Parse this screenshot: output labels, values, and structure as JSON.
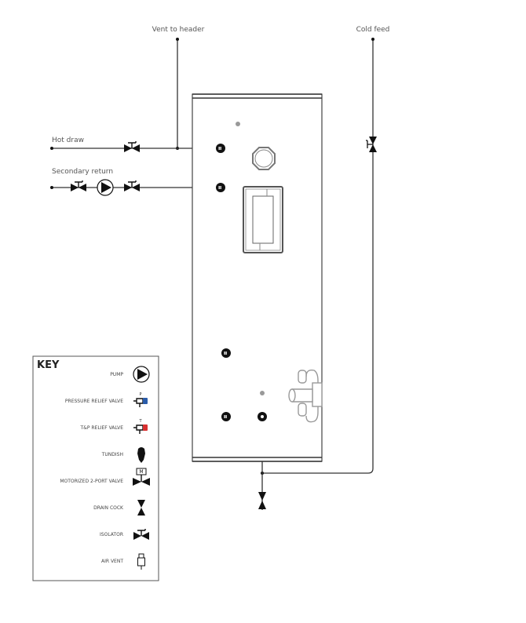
{
  "labels": {
    "vent_to_header": "Vent to header",
    "cold_feed": "Cold feed",
    "hot_draw": "Hot draw",
    "secondary_return": "Secondary return"
  },
  "key": {
    "title": "KEY",
    "items": [
      {
        "label": "PUMP",
        "icon": "pump-icon"
      },
      {
        "label": "PRESSURE RELIEF VALVE",
        "icon": "pressure-relief-valve-icon",
        "marker": "P"
      },
      {
        "label": "T&P RELIEF VALVE",
        "icon": "tp-relief-valve-icon",
        "marker": "T"
      },
      {
        "label": "TUNDISH",
        "icon": "tundish-icon"
      },
      {
        "label": "MOTORIZED 2-PORT VALVE",
        "icon": "motorized-valve-icon",
        "marker": "M"
      },
      {
        "label": "DRAIN COCK",
        "icon": "drain-cock-icon"
      },
      {
        "label": "ISOLATOR",
        "icon": "isolator-icon"
      },
      {
        "label": "AIR VENT",
        "icon": "air-vent-icon"
      }
    ]
  },
  "colors": {
    "pressure": "#2a5caa",
    "temperature": "#d83030",
    "line": "#333333"
  }
}
